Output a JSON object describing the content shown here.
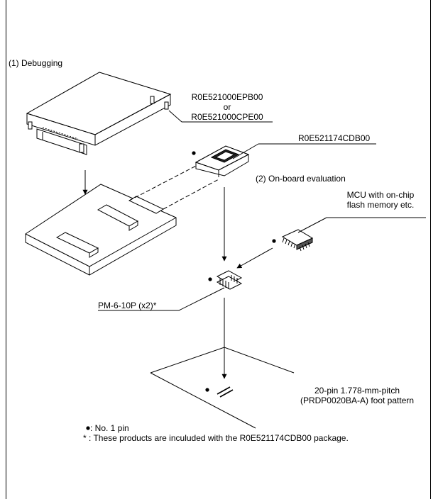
{
  "labels": {
    "debugging": "(1) Debugging",
    "emulator_a": "R0E521000EPB00",
    "or": "or",
    "emulator_b": "R0E521000CPE00",
    "pod": "R0E521174CDB00",
    "onboard": "(2) On-board evaluation",
    "mcu_line1": "MCU with on-chip",
    "mcu_line2": "flash memory etc.",
    "connector": "PM-6-10P (x2)*",
    "foot_line1": "20-pin 1.778-mm-pitch",
    "foot_line2": "(PRDP0020BA-A) foot pattern"
  },
  "notes": {
    "pin_bullet": "●",
    "pin_text": ": No. 1 pin",
    "star": "*",
    "star_text": " : These products are inculuded with the R0E521174CDB00 package."
  }
}
